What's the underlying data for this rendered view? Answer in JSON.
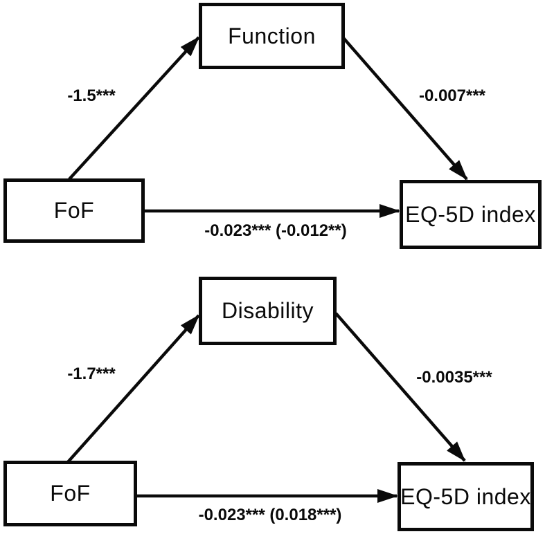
{
  "figure": {
    "background_color": "#ffffff",
    "ink_color": "#0a0a0a",
    "diagrams": [
      {
        "position": "top",
        "mediator": "Function",
        "predictor": "FoF",
        "outcome": "EQ-5D index",
        "path_a_label": "-1.5***",
        "path_b_label": "-0.007***",
        "path_c_label": "-0.023*** (-0.012**)"
      },
      {
        "position": "bottom",
        "mediator": "Disability",
        "predictor": "FoF",
        "outcome": "EQ-5D index",
        "path_a_label": "-1.7***",
        "path_b_label": "-0.0035***",
        "path_c_label": "-0.023*** (0.018***)"
      }
    ]
  }
}
